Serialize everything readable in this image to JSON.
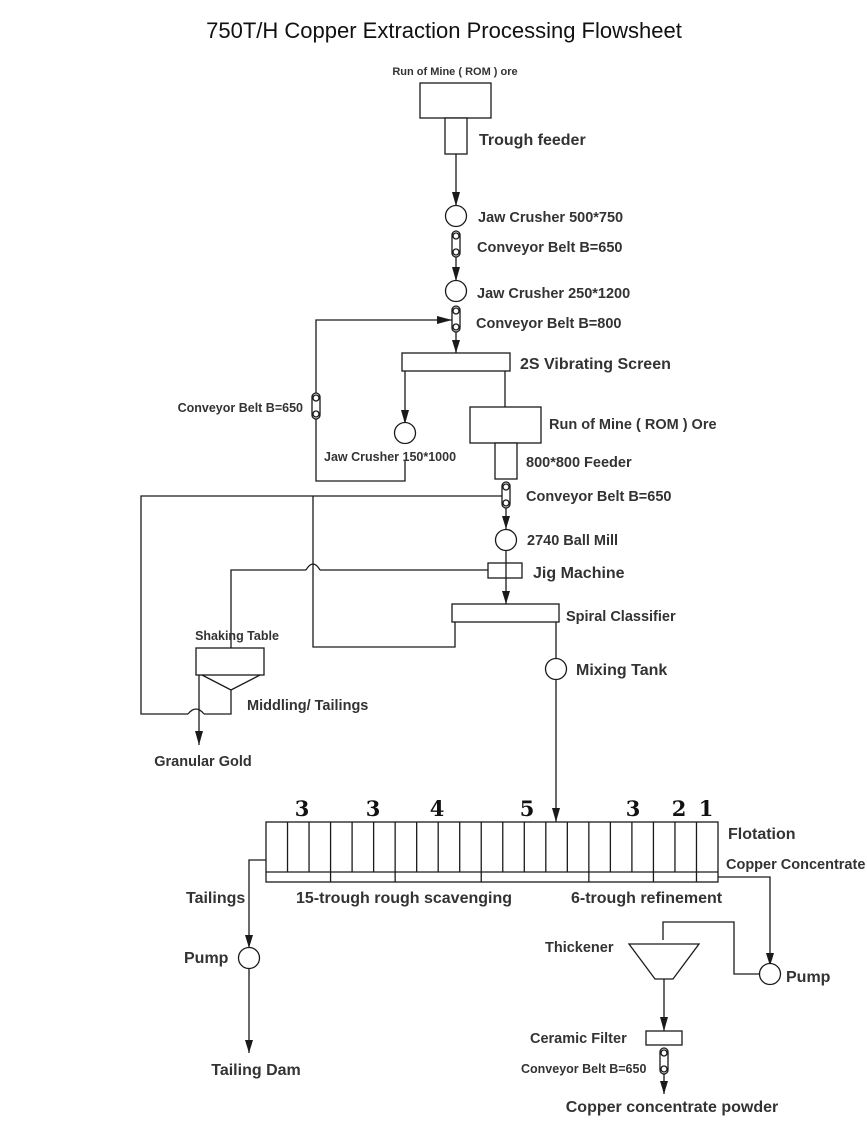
{
  "title": "750T/H Copper Extraction Processing Flowsheet",
  "nodes": {
    "rom_ore_top": "Run of Mine ( ROM ) ore",
    "trough_feeder": "Trough feeder",
    "jaw_crusher_1": "Jaw Crusher 500*750",
    "conveyor_1": "Conveyor Belt B=650",
    "jaw_crusher_2": "Jaw Crusher 250*1200",
    "conveyor_2": "Conveyor Belt B=800",
    "vibrating_screen": "2S Vibrating Screen",
    "conveyor_return": "Conveyor Belt B=650",
    "rom_ore_bin": "Run of Mine ( ROM ) Ore",
    "jaw_crusher_3": "Jaw Crusher 150*1000",
    "feeder_800": "800*800 Feeder",
    "conveyor_3": "Conveyor Belt B=650",
    "ball_mill": "2740 Ball Mill",
    "jig_machine": "Jig Machine",
    "spiral_classifier": "Spiral Classifier",
    "shaking_table": "Shaking Table",
    "mixing_tank": "Mixing Tank",
    "middling_tailings": "Middling/ Tailings",
    "granular_gold": "Granular Gold",
    "flotation": "Flotation",
    "copper_concentrate": "Copper Concentrate",
    "rough_scavenging": "15-trough rough scavenging",
    "refinement": "6-trough refinement",
    "tailings": "Tailings",
    "pump_left": "Pump",
    "tailing_dam": "Tailing Dam",
    "thickener": "Thickener",
    "pump_right": "Pump",
    "ceramic_filter": "Ceramic Filter",
    "conveyor_4": "Conveyor Belt B=650",
    "concentrate_powder": "Copper concentrate powder"
  },
  "flotation_groups": [
    "3",
    "3",
    "4",
    "5",
    "3",
    "2",
    "1"
  ]
}
